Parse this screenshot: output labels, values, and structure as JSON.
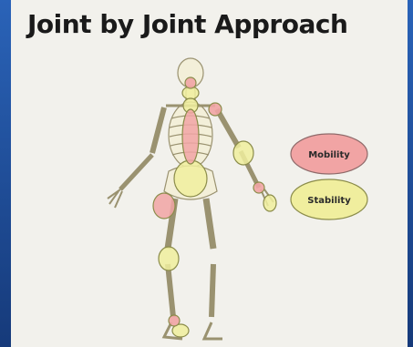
{
  "slide": {
    "title": "Joint by Joint Approach"
  },
  "legend": {
    "mobility_label": "Mobility",
    "stability_label": "Stability",
    "mobility_color": "#f1a4a4",
    "stability_color": "#f0ee9e"
  },
  "colors": {
    "background": "#1a4590",
    "slide": "#f2f1ec",
    "bone": "#f3efd9",
    "bone_outline": "#9a9270"
  }
}
